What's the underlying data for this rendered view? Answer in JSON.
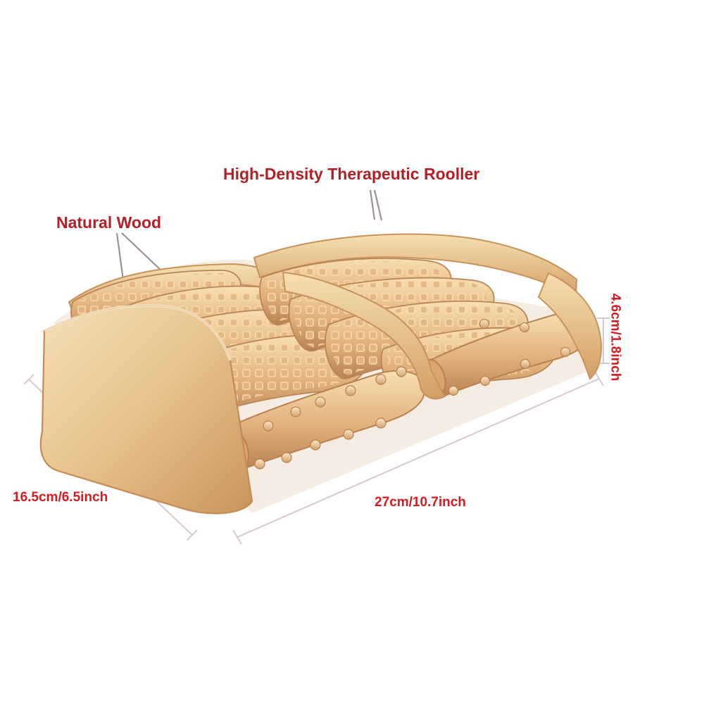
{
  "labels": {
    "natural_wood": "Natural Wood",
    "roller": "High-Density Therapeutic Rooller",
    "depth": "16.5cm/6.5inch",
    "width": "27cm/10.7inch",
    "height": "4.6cm/1.8inch"
  },
  "colors": {
    "callout_text": "#b31f24",
    "dimension_text": "#d71920",
    "dimension_line": "#d8c7d4",
    "leader_line": "#9d8f96",
    "wood_light": "#f0d2a0",
    "wood_mid": "#ddb07a",
    "wood_dark": "#b98553"
  },
  "icons": {
    "product": "wooden-foot-massager-icon"
  }
}
